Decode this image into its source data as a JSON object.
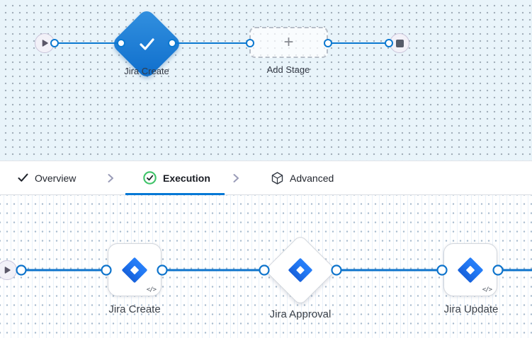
{
  "pipeline_canvas": {
    "start_node": "start",
    "stage_node": {
      "label": "Jira Create",
      "status": "completed",
      "icon": "check-icon"
    },
    "add_stage_node": {
      "label": "Add Stage",
      "plus": "+"
    },
    "end_node": "stop"
  },
  "tab_bar": {
    "tabs": [
      {
        "label": "Overview",
        "icon": "check-icon",
        "state": "completed"
      },
      {
        "label": "Execution",
        "icon": "check-circle-icon",
        "state": "active"
      },
      {
        "label": "Advanced",
        "icon": "cube-icon",
        "state": "default"
      }
    ],
    "separator_icon": "chevron-right-icon"
  },
  "execution_canvas": {
    "start_node": "start",
    "steps": [
      {
        "label": "Jira Create",
        "shape": "rounded-square",
        "icon": "jira-icon",
        "badge": "</>"
      },
      {
        "label": "Jira Approval",
        "shape": "diamond",
        "icon": "jira-icon",
        "badge": ""
      },
      {
        "label": "Jira Update",
        "shape": "rounded-square",
        "icon": "jira-icon",
        "badge": "</>"
      }
    ]
  },
  "colors": {
    "accent_blue": "#0278d5",
    "connector_blue": "#0b78d0",
    "stage_diamond_gradient": [
      "#3391e0",
      "#0e6dcb"
    ],
    "success_green": "#3ec368",
    "jira_blue": "#2c86ff",
    "jira_dark_blue": "#1053cc",
    "canvas_top_bg": "#e9f4fa",
    "canvas_bottom_bg": "#ffffff"
  }
}
